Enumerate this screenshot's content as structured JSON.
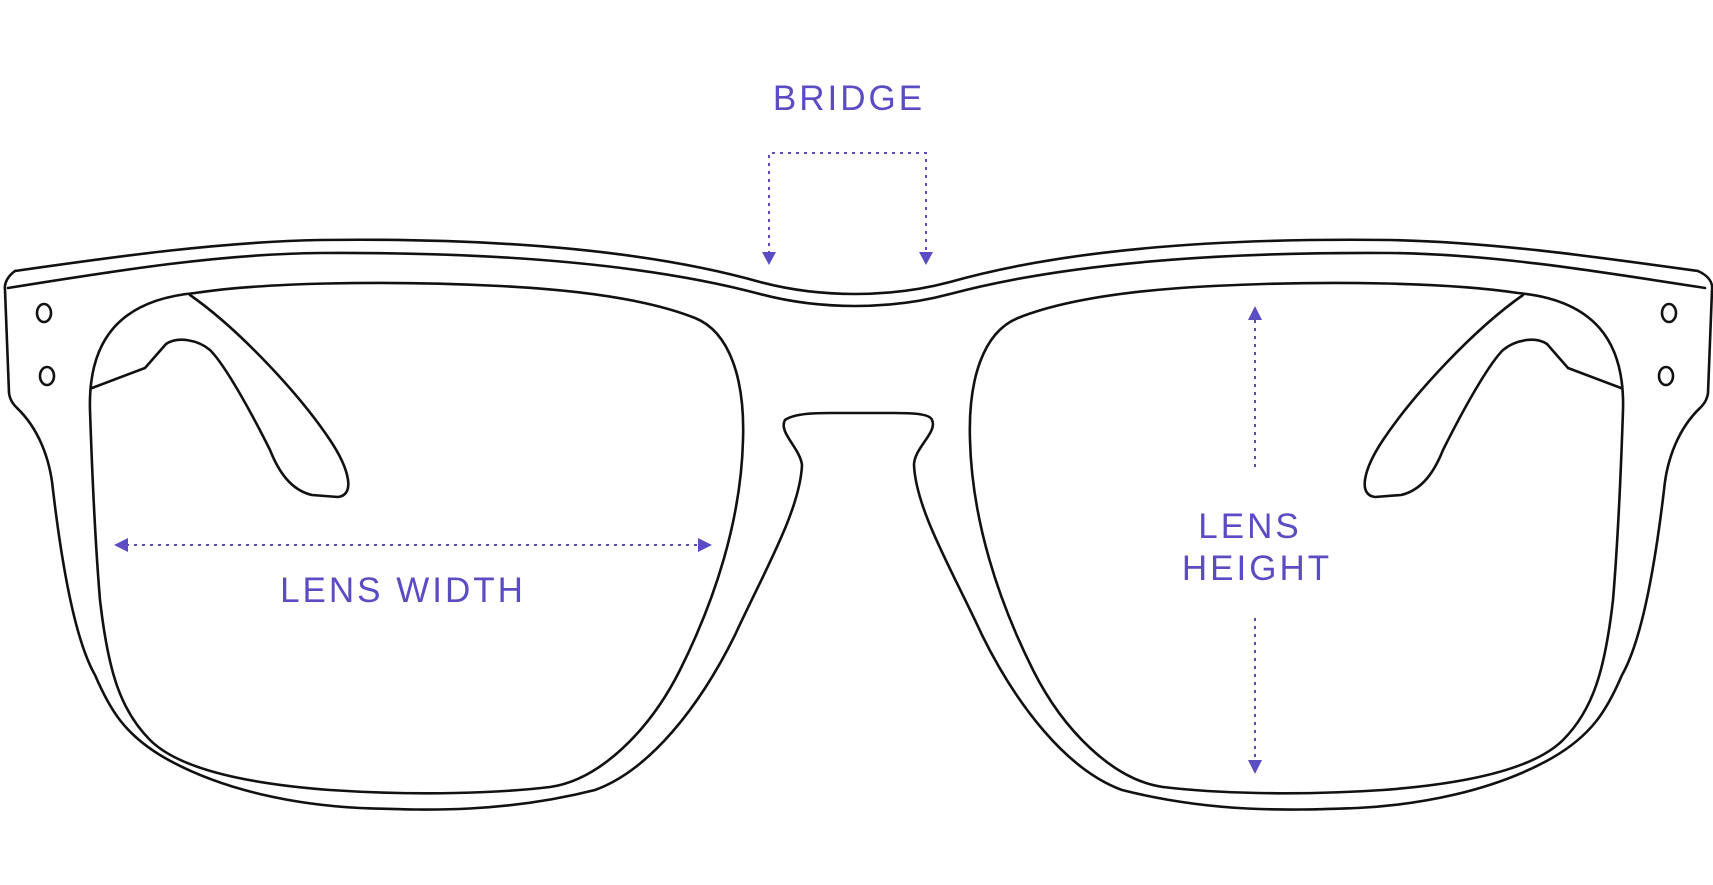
{
  "labels": {
    "bridge": "BRIDGE",
    "lens_width": "LENS WIDTH",
    "lens_height_line1": "LENS",
    "lens_height_line2": "HEIGHT"
  },
  "colors": {
    "accent": "#5b4cc4",
    "outline": "#111111",
    "background": "#ffffff"
  }
}
